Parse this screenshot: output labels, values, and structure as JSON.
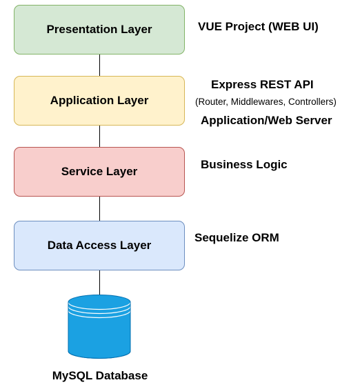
{
  "colors": {
    "presentation_fill": "#d5e8d4",
    "presentation_border": "#82b366",
    "application_fill": "#fff2cc",
    "application_border": "#d6b656",
    "service_fill": "#f8cecc",
    "service_border": "#b85450",
    "data_access_fill": "#dae8fc",
    "data_access_border": "#6c8ebf",
    "database_fill": "#1ba1e2",
    "database_stroke": "#006eaf"
  },
  "layers": [
    {
      "label": "Presentation Layer"
    },
    {
      "label": "Application Layer"
    },
    {
      "label": "Service Layer"
    },
    {
      "label": "Data Access Layer"
    }
  ],
  "annotations": {
    "presentation": "VUE Project (WEB UI)",
    "application_title": "Express REST API",
    "application_detail": "(Router, Middlewares, Controllers)",
    "application_server": "Application/Web Server",
    "service": "Business Logic",
    "data_access": "Sequelize ORM"
  },
  "database": {
    "label": "MySQL Database",
    "icon": "database-cylinder-icon"
  }
}
